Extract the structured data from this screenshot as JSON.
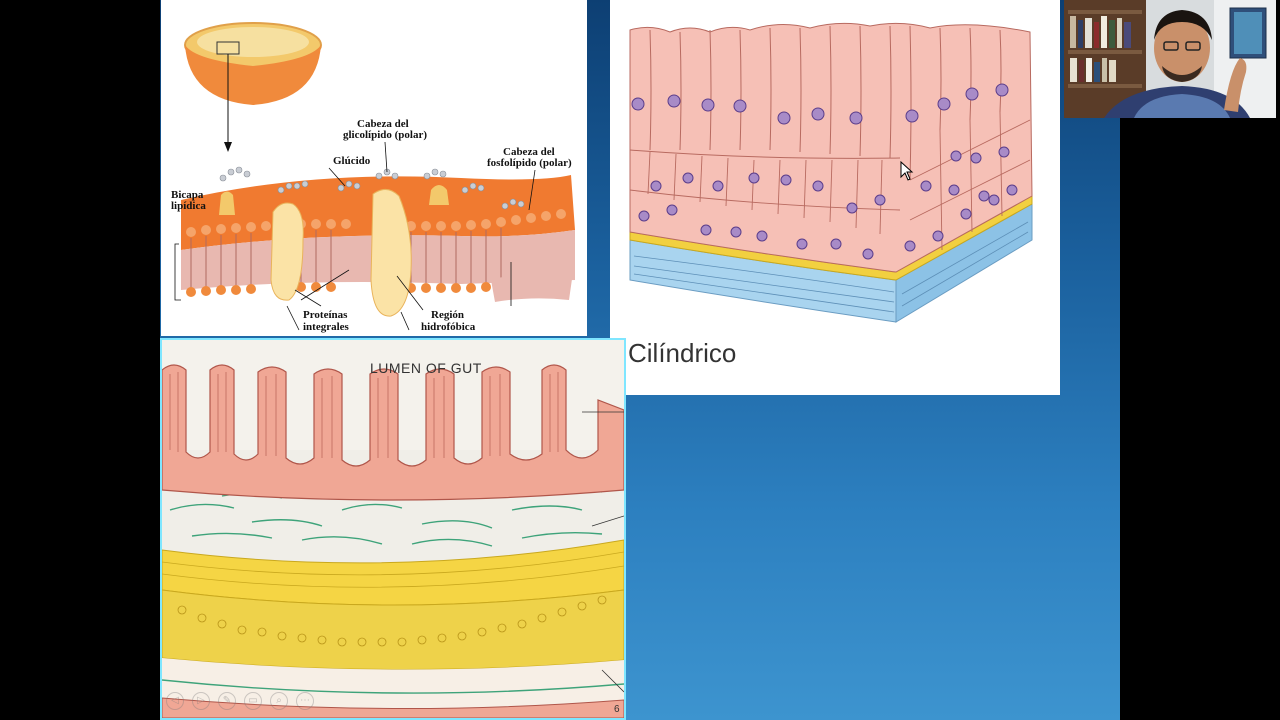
{
  "membrane": {
    "labels": {
      "bilayer": "Bicapa lipídica",
      "glucid": "Glúcido",
      "glycolipid_head": "Cabeza del glicolípido (polar)",
      "phospholipid_head": "Cabeza del fosfolípido (polar)",
      "integral_proteins": "Proteínas integrales",
      "hydrophobic_region": "Región hidrofóbica"
    }
  },
  "epithelium": {
    "caption": "Cilíndrico"
  },
  "gut": {
    "title": "LUMEN OF GUT",
    "page_indicator": "6"
  },
  "slide_controls": {
    "prev": "◁",
    "next": "▷",
    "pen": "✎",
    "view": "▭",
    "zoom": "⌕",
    "more": "⋯"
  },
  "colors": {
    "desktop_blue": "#1f6aa8",
    "highlight_border": "#7fe6ff",
    "cell_pink": "#f6c0b6",
    "nucleus_purple": "#a88bc7",
    "basement_yellow": "#f2d040",
    "connective_blue": "#a9d4ef"
  }
}
